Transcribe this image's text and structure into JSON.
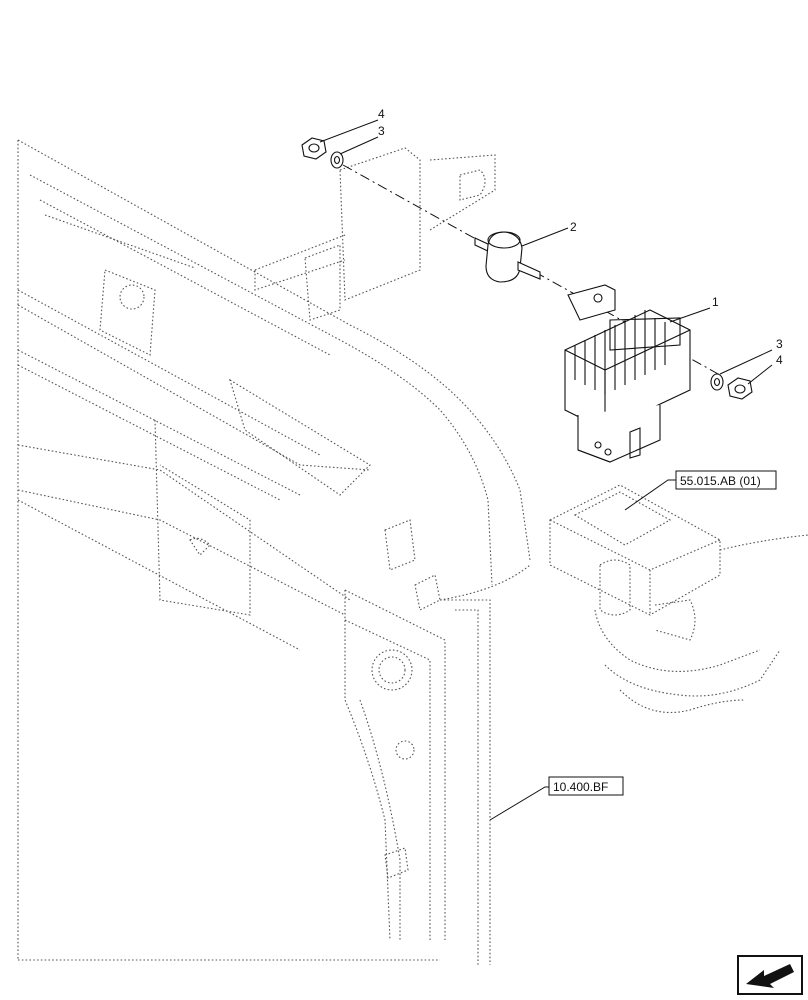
{
  "callouts": {
    "c4_top": "4",
    "c3_top": "3",
    "c2": "2",
    "c1": "1",
    "c3_right": "3",
    "c4_right": "4"
  },
  "references": {
    "ref_55015": "55.015.AB (01)",
    "ref_10400": "10.400.BF"
  },
  "icons": {
    "nav": "next-page-arrow-icon"
  }
}
